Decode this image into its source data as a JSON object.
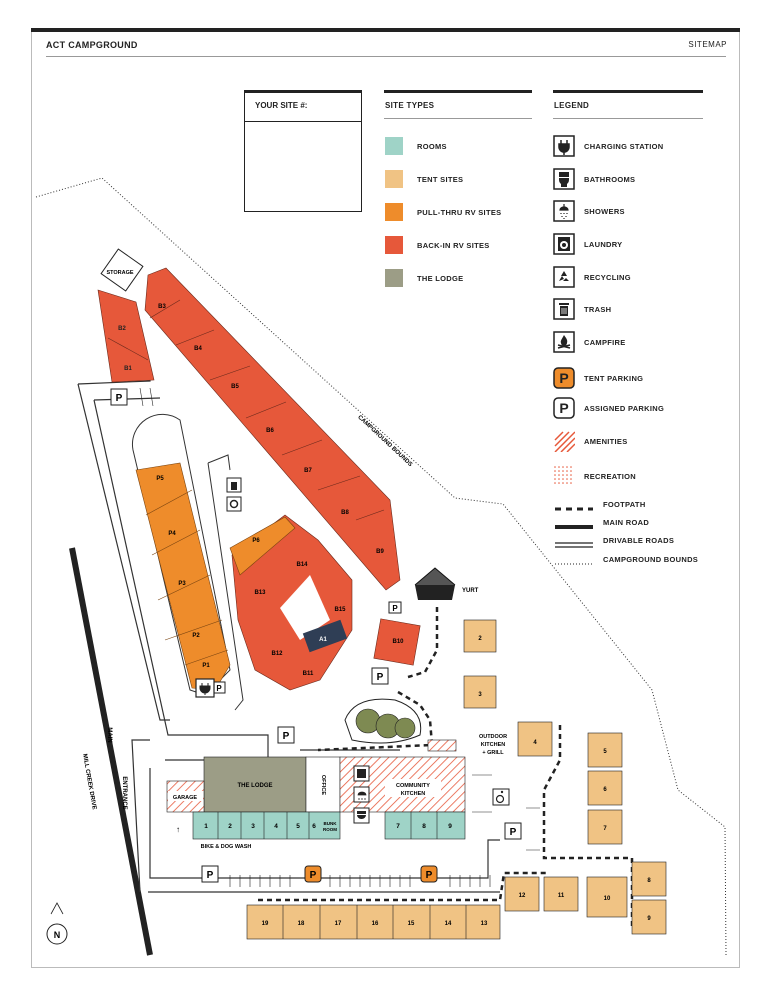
{
  "header": {
    "title": "ACT CAMPGROUND",
    "section": "SITEMAP"
  },
  "your_site": {
    "label": "YOUR SITE #:"
  },
  "site_types": {
    "heading": "SITE TYPES",
    "items": [
      {
        "label": "ROOMS",
        "color": "#9fd3c7"
      },
      {
        "label": "TENT SITES",
        "color": "#f0c384"
      },
      {
        "label": "PULL-THRU RV SITES",
        "color": "#ee8c2b"
      },
      {
        "label": "BACK-IN RV SITES",
        "color": "#e6583a"
      },
      {
        "label": "THE LODGE",
        "color": "#9c9d86"
      }
    ]
  },
  "legend": {
    "heading": "LEGEND",
    "items": [
      {
        "label": "CHARGING STATION",
        "icon": "plug-icon"
      },
      {
        "label": "BATHROOMS",
        "icon": "toilet-icon"
      },
      {
        "label": "SHOWERS",
        "icon": "shower-icon"
      },
      {
        "label": "LAUNDRY",
        "icon": "washer-icon"
      },
      {
        "label": "RECYCLING",
        "icon": "recycle-icon"
      },
      {
        "label": "TRASH",
        "icon": "trash-icon"
      },
      {
        "label": "CAMPFIRE",
        "icon": "campfire-icon"
      },
      {
        "label": "TENT PARKING",
        "icon": "tent-parking-icon"
      },
      {
        "label": "ASSIGNED PARKING",
        "icon": "assigned-parking-icon"
      },
      {
        "label": "AMENITIES",
        "icon": "amenities-hatch-icon"
      },
      {
        "label": "RECREATION",
        "icon": "recreation-dots-icon"
      },
      {
        "label": "FOOTPATH",
        "icon": "dashed-line-icon"
      },
      {
        "label": "MAIN ROAD",
        "icon": "thick-line-icon"
      },
      {
        "label": "DRIVABLE ROADS",
        "icon": "double-line-icon"
      },
      {
        "label": "CAMPGROUND BOUNDS",
        "icon": "dotted-line-icon"
      }
    ]
  },
  "map": {
    "storage": "STORAGE",
    "bounds_label": "CAMPGROUND BOUNDS",
    "yurt": "YURT",
    "outdoor_kitchen": [
      "OUTDOOR",
      "KITCHEN",
      "+ GRILL"
    ],
    "lodge": "THE LODGE",
    "office": "OFFICE",
    "community_kitchen": [
      "COMMUNITY",
      "KITCHEN"
    ],
    "garage": "GARAGE",
    "bike_wash": "BIKE & DOG WASH",
    "bunk_room": [
      "BUNK",
      "ROOM"
    ],
    "main_entrance": "MAIN",
    "entrance": "ENTRANCE",
    "mill_creek": "MILL CREEK DRIVE",
    "north": "N",
    "parking_letter": "P",
    "rooms": [
      "1",
      "2",
      "3",
      "4",
      "5",
      "6",
      "7",
      "8",
      "9"
    ],
    "tent_sites": [
      "2",
      "3",
      "4",
      "5",
      "6",
      "7",
      "8",
      "9",
      "10",
      "11",
      "12",
      "13",
      "14",
      "15",
      "16",
      "17",
      "18",
      "19"
    ],
    "back_in": [
      "B1",
      "B2",
      "B3",
      "B4",
      "B5",
      "B6",
      "B7",
      "B8",
      "B9",
      "B10",
      "B11",
      "B12",
      "B13",
      "B14",
      "B15"
    ],
    "pull_thru": [
      "P1",
      "P2",
      "P3",
      "P4",
      "P5",
      "P6"
    ],
    "lodge_sites": [
      "A1"
    ]
  }
}
